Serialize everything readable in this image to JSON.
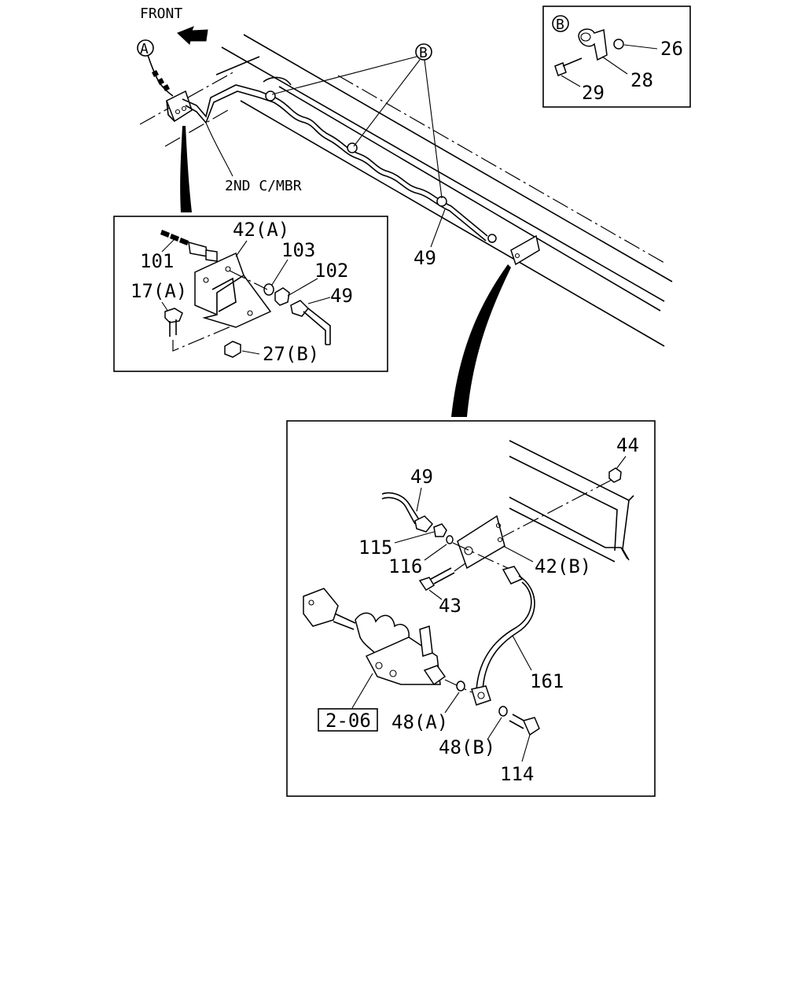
{
  "labels": {
    "front": "FRONT",
    "cross_member": "2ND C/MBR",
    "callout_a": "A",
    "callout_b": "B",
    "inset_b_tag": "B",
    "inset_b_26": "26",
    "inset_b_28": "28",
    "inset_b_29": "29",
    "main_49": "49",
    "detail_a_101": "101",
    "detail_a_42a": "42(A)",
    "detail_a_103": "103",
    "detail_a_102": "102",
    "detail_a_49": "49",
    "detail_a_17a": "17(A)",
    "detail_a_27b": "27(B)",
    "detail_c_44": "44",
    "detail_c_49": "49",
    "detail_c_115": "115",
    "detail_c_116": "116",
    "detail_c_42b": "42(B)",
    "detail_c_43": "43",
    "detail_c_161": "161",
    "detail_c_ref": "2-06",
    "detail_c_48a": "48(A)",
    "detail_c_48b": "48(B)",
    "detail_c_114": "114"
  }
}
